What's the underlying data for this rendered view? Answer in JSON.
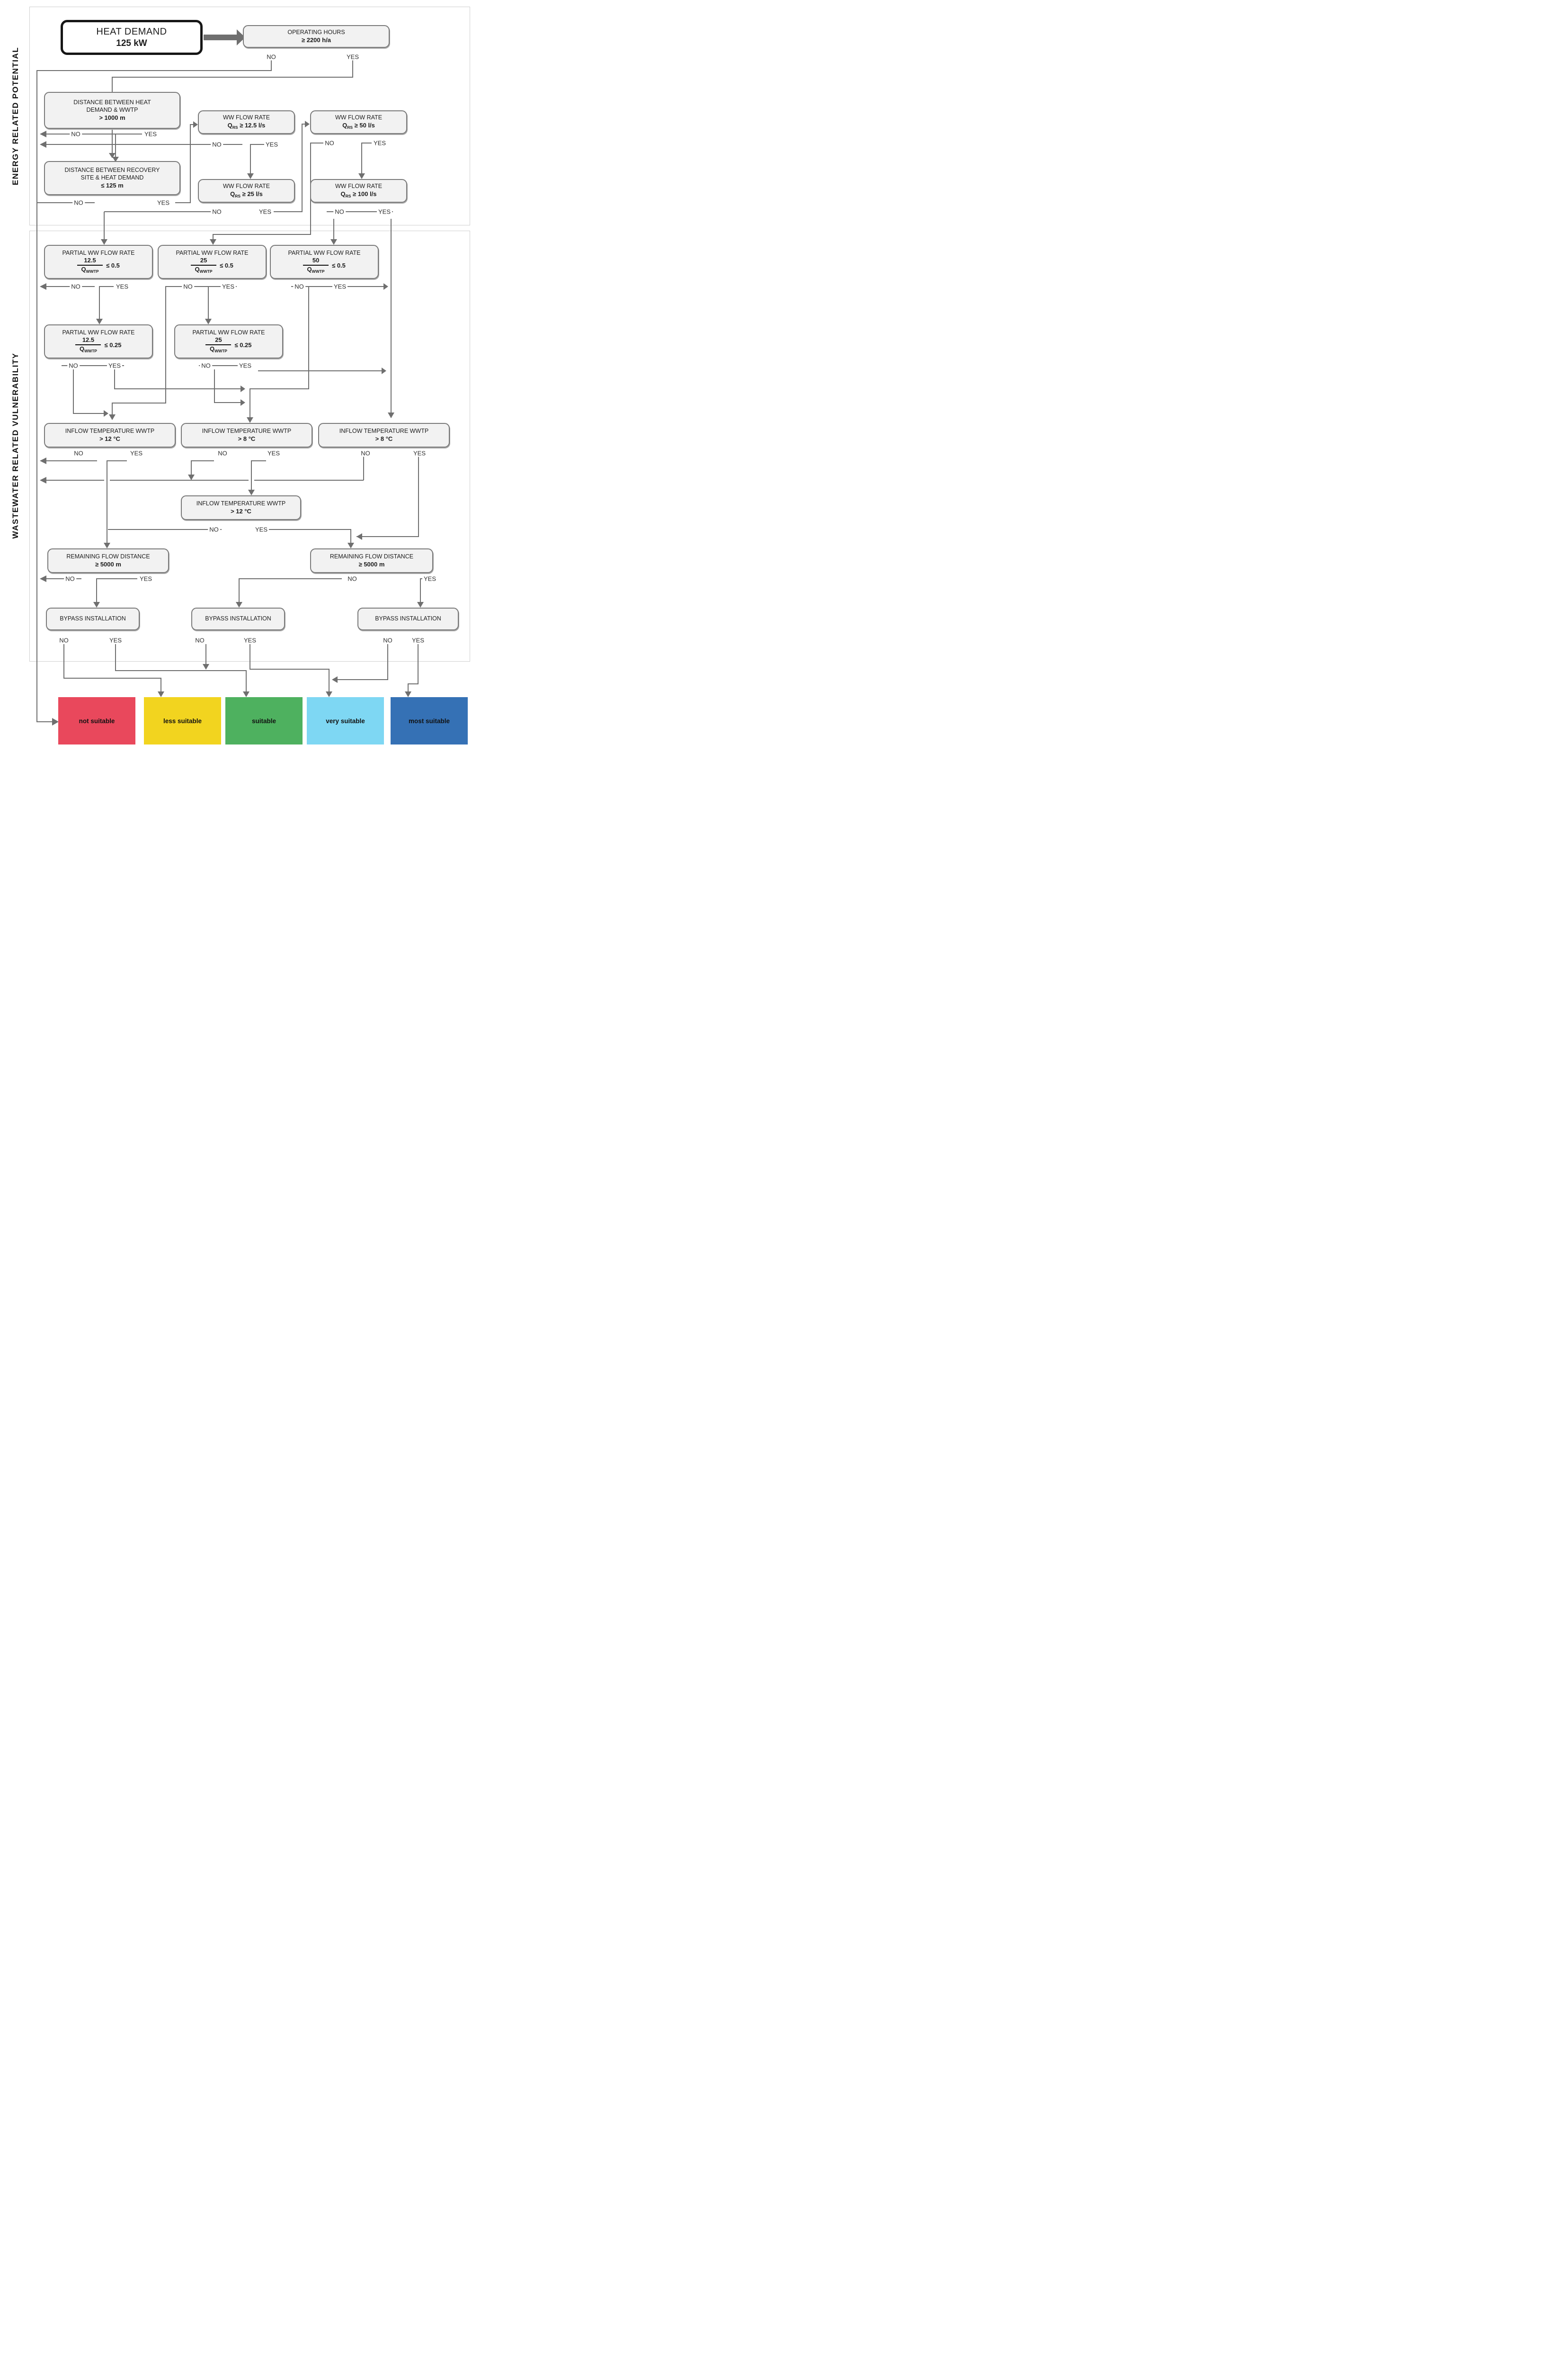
{
  "labels": {
    "no": "NO",
    "yes": "YES"
  },
  "sections": {
    "energy": {
      "title": "ENERGY RELATED POTENTIAL"
    },
    "vulnerability": {
      "title": "WASTEWATER RELATED VULNERABILITY"
    }
  },
  "start": {
    "line1": "HEAT DEMAND",
    "line2": "125 kW"
  },
  "nodes": {
    "operating_hours": {
      "title": "OPERATING HOURS",
      "cond": "≥ 2200 h/a"
    },
    "dist_wwtp": {
      "l1": "DISTANCE BETWEEN HEAT",
      "l2": "DEMAND & WWTP",
      "cond": "> 1000 m"
    },
    "dist_recovery": {
      "l1": "DISTANCE BETWEEN RECOVERY",
      "l2": "SITE & HEAT DEMAND",
      "cond": "≤ 125 m"
    },
    "flow_12_5": {
      "title": "WW FLOW RATE",
      "sym": "Q",
      "sub": "RS",
      "cond": " ≥ 12.5 l/s"
    },
    "flow_50": {
      "title": "WW FLOW RATE",
      "sym": "Q",
      "sub": "RS",
      "cond": " ≥ 50 l/s"
    },
    "flow_25": {
      "title": "WW FLOW RATE",
      "sym": "Q",
      "sub": "RS",
      "cond": " ≥ 25 l/s"
    },
    "flow_100": {
      "title": "WW FLOW RATE",
      "sym": "Q",
      "sub": "RS",
      "cond": " ≥ 100 l/s"
    },
    "partial_12_5_05": {
      "title": "PARTIAL  WW FLOW RATE",
      "num": "12.5",
      "den_sym": "Q",
      "den_sub": "WWTP",
      "cmp": "≤ 0.5"
    },
    "partial_25_05": {
      "title": "PARTIAL  WW FLOW RATE",
      "num": "25",
      "den_sym": "Q",
      "den_sub": "WWTP",
      "cmp": "≤ 0.5"
    },
    "partial_50_05": {
      "title": "PARTIAL  WW FLOW RATE",
      "num": "50",
      "den_sym": "Q",
      "den_sub": "WWTP",
      "cmp": "≤ 0.5"
    },
    "partial_12_5_025": {
      "title": "PARTIAL  WW FLOW RATE",
      "num": "12.5",
      "den_sym": "Q",
      "den_sub": "WWTP",
      "cmp": "≤ 0.25"
    },
    "partial_25_025": {
      "title": "PARTIAL  WW FLOW RATE",
      "num": "25",
      "den_sym": "Q",
      "den_sub": "WWTP",
      "cmp": "≤ 0.25"
    },
    "inflow_12_left": {
      "title": "INFLOW TEMPERATURE WWTP",
      "cond": "> 12 °C"
    },
    "inflow_8_mid": {
      "title": "INFLOW TEMPERATURE WWTP",
      "cond": "> 8 °C"
    },
    "inflow_8_right": {
      "title": "INFLOW TEMPERATURE WWTP",
      "cond": "> 8 °C"
    },
    "inflow_12_mid2": {
      "title": "INFLOW TEMPERATURE WWTP",
      "cond": "> 12 °C"
    },
    "remaining_left": {
      "title": "REMAINING  FLOW DISTANCE",
      "cond": "≥ 5000 m"
    },
    "remaining_right": {
      "title": "REMAINING  FLOW DISTANCE",
      "cond": "≥ 5000 m"
    },
    "bypass_left": {
      "title": "BYPASS INSTALLATION"
    },
    "bypass_mid": {
      "title": "BYPASS INSTALLATION"
    },
    "bypass_right": {
      "title": "BYPASS INSTALLATION"
    }
  },
  "results": [
    {
      "label": "not suitable",
      "color": "#e9485c"
    },
    {
      "label": "less suitable",
      "color": "#f2d41f"
    },
    {
      "label": "suitable",
      "color": "#4eb15f"
    },
    {
      "label": "very suitable",
      "color": "#7ed7f3"
    },
    {
      "label": "most suitable",
      "color": "#3571b5"
    }
  ],
  "wire_color": "#6f6f6f"
}
